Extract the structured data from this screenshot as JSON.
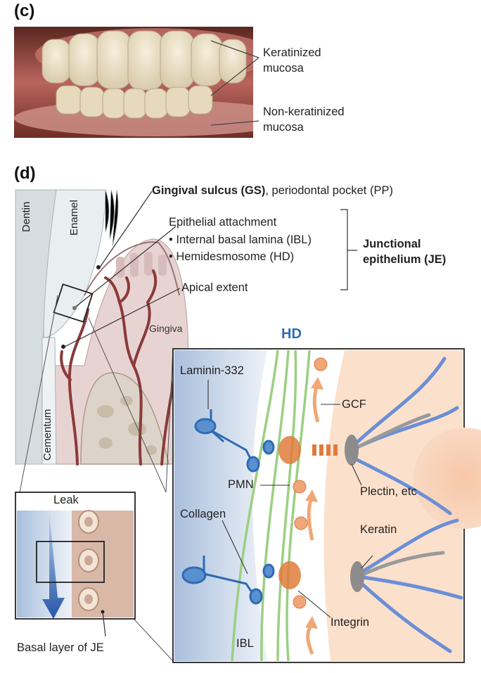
{
  "panels": {
    "c": {
      "label": "(c)",
      "labels": {
        "keratinized_1": "Keratinized",
        "keratinized_2": "mucosa",
        "nonkeratinized_1": "Non-keratinized",
        "nonkeratinized_2": "mucosa"
      }
    },
    "d": {
      "label": "(d)",
      "top": {
        "gs_bold": "Gingival sulcus (GS)",
        "gs_rest": ", periodontal pocket (PP)",
        "epithelial_attachment": "Epithelial attachment",
        "ibl_item": "• Internal basal lamina (IBL)",
        "hd_item": "• Hemidesmosome (HD)",
        "je_1": "Junctional",
        "je_2": "epithelium (JE)",
        "apical_extent": "Apical extent"
      },
      "tissue": {
        "dentin": "Dentin",
        "enamel": "Enamel",
        "gingiva": "Gingiva",
        "cementum": "Cementum"
      },
      "inset": {
        "leak": "Leak",
        "basal_layer": "Basal layer of JE"
      },
      "zoom": {
        "title": "HD",
        "laminin": "Laminin-332",
        "gcf": "GCF",
        "pmn": "PMN",
        "plectin": "Plectin, etc",
        "collagen": "Collagen",
        "keratin": "Keratin",
        "integrin": "Integrin",
        "ibl": "IBL"
      }
    }
  },
  "colors": {
    "gingiva": "#e8d3d3",
    "vessel": "#8b3a3a",
    "enamel": "#e6ecee",
    "cell": "#fbe0cc",
    "hd_blue": "#2f6bb3",
    "collagen": "#9ccf83",
    "integrin": "#e07b3c"
  }
}
